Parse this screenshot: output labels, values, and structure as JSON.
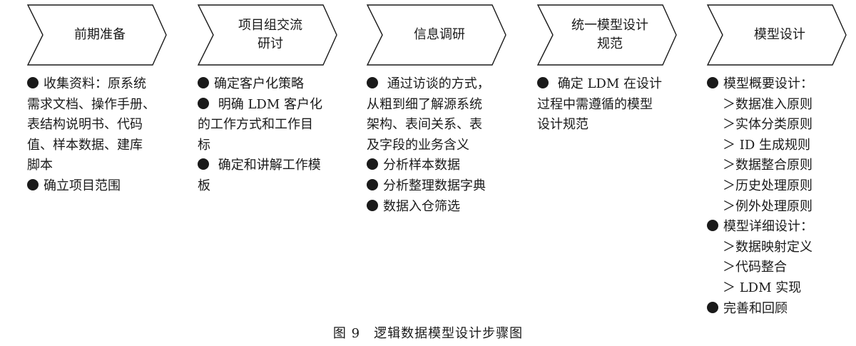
{
  "stages": [
    {
      "label_lines": [
        "前期准备"
      ],
      "items": [
        {
          "lines": [
            "收集资料：原系统",
            "需求文档、操作手册、",
            "表结构说明书、代码",
            "值、样本数据、建库",
            "脚本"
          ]
        },
        {
          "lines": [
            "确立项目范围"
          ]
        }
      ]
    },
    {
      "label_lines": [
        "项目组交流",
        "研讨"
      ],
      "items": [
        {
          "lines": [
            "确定客户化策略"
          ]
        },
        {
          "lines": [
            " 明确 LDM 客户化",
            "的工作方式和工作目",
            "标"
          ]
        },
        {
          "lines": [
            " 确定和讲解工作模",
            "板"
          ]
        }
      ]
    },
    {
      "label_lines": [
        "信息调研"
      ],
      "items": [
        {
          "lines": [
            " 通过访谈的方式，",
            "从粗到细了解源系统",
            "架构、表间关系、表",
            "及字段的业务含义"
          ]
        },
        {
          "lines": [
            "分析样本数据"
          ]
        },
        {
          "lines": [
            "分析整理数据字典"
          ]
        },
        {
          "lines": [
            "数据入仓筛选"
          ]
        }
      ]
    },
    {
      "label_lines": [
        "统一模型设计",
        "规范"
      ],
      "items": [
        {
          "lines": [
            " 确定 LDM 在设计",
            "过程中需遵循的模型",
            "设计规范"
          ]
        }
      ]
    },
    {
      "label_lines": [
        "模型设计"
      ],
      "items": [
        {
          "lines": [
            "模型概要设计："
          ],
          "subs": [
            "＞数据准入原则",
            "＞实体分类原则",
            "＞ ID 生成规则",
            "＞数据整合原则",
            "＞历史处理原则",
            "＞例外处理原则"
          ]
        },
        {
          "lines": [
            "模型详细设计："
          ],
          "subs": [
            "＞数据映射定义",
            "＞代码整合",
            "＞ LDM 实现"
          ]
        },
        {
          "lines": [
            "完善和回顾"
          ]
        }
      ]
    }
  ],
  "caption": "图 9　逻辑数据模型设计步骤图",
  "colors": {
    "ink": "#1a1a1a",
    "background": "#ffffff"
  }
}
